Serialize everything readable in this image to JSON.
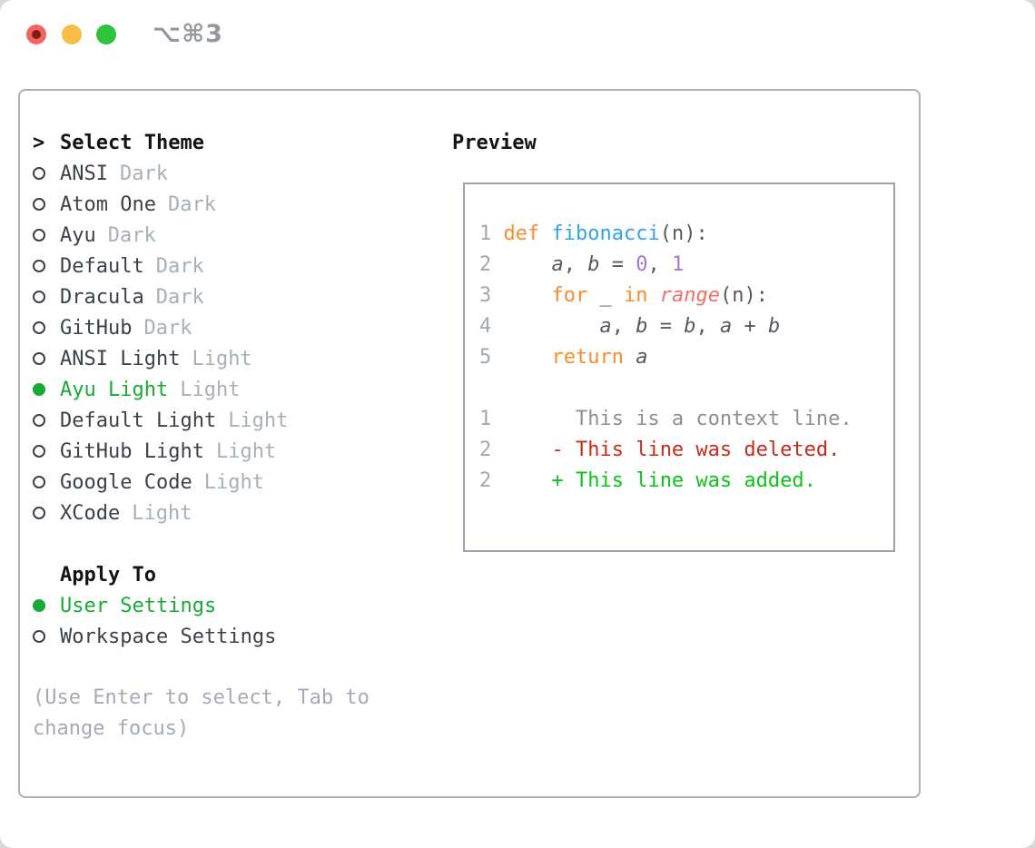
{
  "window": {
    "title": "⌥⌘3"
  },
  "colors": {
    "light-red": "#f4645c",
    "light-red-inner": "#7c1f19",
    "light-yellow": "#f7bd45",
    "light-green": "#2fc23e",
    "titlebar-text": "#94989e",
    "panel-border": "#a9b1ba",
    "preview-border": "#9aa3ae",
    "heading": "#121418",
    "list-text": "#3b414b",
    "faint": "#a6b0bb",
    "hint": "#a3abb8",
    "ui-green": "#17ab35",
    "linenum": "#a0a8b2",
    "code-text": "#555a61",
    "keyword": "#f78d2d",
    "function": "#33a3e8",
    "number": "#a478cf",
    "special": "#f0716c",
    "context": "#8a9097",
    "deleted": "#c62b1c",
    "added": "#0cc418"
  },
  "theme_picker": {
    "prompt": ">",
    "header": "Select Theme",
    "items": [
      {
        "name": "ANSI",
        "tag": "Dark",
        "selected": false
      },
      {
        "name": "Atom One",
        "tag": "Dark",
        "selected": false
      },
      {
        "name": "Ayu",
        "tag": "Dark",
        "selected": false
      },
      {
        "name": "Default",
        "tag": "Dark",
        "selected": false
      },
      {
        "name": "Dracula",
        "tag": "Dark",
        "selected": false
      },
      {
        "name": "GitHub",
        "tag": "Dark",
        "selected": false
      },
      {
        "name": "ANSI Light",
        "tag": "Light",
        "selected": false
      },
      {
        "name": "Ayu Light",
        "tag": "Light",
        "selected": true
      },
      {
        "name": "Default Light",
        "tag": "Light",
        "selected": false
      },
      {
        "name": "GitHub Light",
        "tag": "Light",
        "selected": false
      },
      {
        "name": "Google Code",
        "tag": "Light",
        "selected": false
      },
      {
        "name": "XCode",
        "tag": "Light",
        "selected": false
      }
    ]
  },
  "apply_to": {
    "header": "Apply To",
    "items": [
      {
        "name": "User Settings",
        "tag": "",
        "selected": true
      },
      {
        "name": "Workspace Settings",
        "tag": "",
        "selected": false
      }
    ]
  },
  "hint": "(Use Enter to select, Tab to change focus)",
  "preview": {
    "title": "Preview",
    "code_lines": [
      [
        {
          "t": "1 ",
          "c": "ln"
        },
        {
          "t": "def",
          "c": "kw"
        },
        {
          "t": " ",
          "c": "tx"
        },
        {
          "t": "fibonacci",
          "c": "fn"
        },
        {
          "t": "(n):",
          "c": "tx"
        }
      ],
      [
        {
          "t": "2 ",
          "c": "ln"
        },
        {
          "t": "    ",
          "c": "tx"
        },
        {
          "t": "a",
          "c": "var"
        },
        {
          "t": ", ",
          "c": "tx"
        },
        {
          "t": "b",
          "c": "var"
        },
        {
          "t": " = ",
          "c": "tx"
        },
        {
          "t": "0",
          "c": "num"
        },
        {
          "t": ", ",
          "c": "tx"
        },
        {
          "t": "1",
          "c": "num"
        }
      ],
      [
        {
          "t": "3 ",
          "c": "ln"
        },
        {
          "t": "    ",
          "c": "tx"
        },
        {
          "t": "for",
          "c": "kw"
        },
        {
          "t": " _ ",
          "c": "tx"
        },
        {
          "t": "in",
          "c": "kw"
        },
        {
          "t": " ",
          "c": "tx"
        },
        {
          "t": "range",
          "c": "sp"
        },
        {
          "t": "(n):",
          "c": "tx"
        }
      ],
      [
        {
          "t": "4 ",
          "c": "ln"
        },
        {
          "t": "        ",
          "c": "tx"
        },
        {
          "t": "a",
          "c": "var"
        },
        {
          "t": ", ",
          "c": "tx"
        },
        {
          "t": "b",
          "c": "var"
        },
        {
          "t": " = ",
          "c": "tx"
        },
        {
          "t": "b",
          "c": "var"
        },
        {
          "t": ", ",
          "c": "tx"
        },
        {
          "t": "a",
          "c": "var"
        },
        {
          "t": " + ",
          "c": "tx"
        },
        {
          "t": "b",
          "c": "var"
        }
      ],
      [
        {
          "t": "5 ",
          "c": "ln"
        },
        {
          "t": "    ",
          "c": "tx"
        },
        {
          "t": "return",
          "c": "kw"
        },
        {
          "t": " ",
          "c": "tx"
        },
        {
          "t": "a",
          "c": "var"
        }
      ],
      [],
      [
        {
          "t": "1",
          "c": "ln"
        },
        {
          "t": "       This is a context line.",
          "c": "ctx"
        }
      ],
      [
        {
          "t": "2",
          "c": "ln"
        },
        {
          "t": "     ",
          "c": "tx"
        },
        {
          "t": "- This line was deleted.",
          "c": "del"
        }
      ],
      [
        {
          "t": "2",
          "c": "ln"
        },
        {
          "t": "     ",
          "c": "tx"
        },
        {
          "t": "+ This line was added.",
          "c": "add"
        }
      ]
    ]
  }
}
